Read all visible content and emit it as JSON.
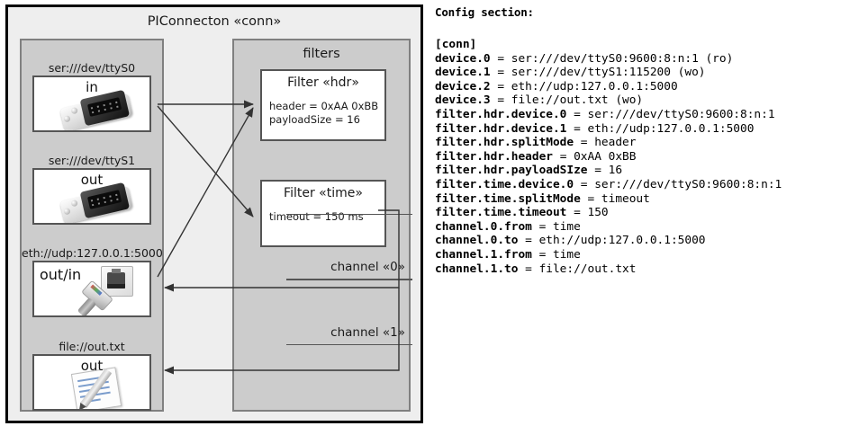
{
  "diagram": {
    "title": "PIConnecton «conn»",
    "devices_group": {
      "name": "devices-group",
      "devices": [
        {
          "label": "ser:///dev/ttyS0",
          "direction": "in",
          "icon": "serial-port-icon"
        },
        {
          "label": "ser:///dev/ttyS1",
          "direction": "out",
          "icon": "serial-port-icon"
        },
        {
          "label": "eth://udp:127.0.0.1:5000",
          "direction": "out/in",
          "icon": "ethernet-icon"
        },
        {
          "label": "file://out.txt",
          "direction": "out",
          "icon": "text-file-icon"
        }
      ]
    },
    "filters_group": {
      "title": "filters",
      "filters": [
        {
          "title": "Filter «hdr»",
          "props": [
            "header = 0xAA 0xBB",
            "payloadSize = 16"
          ]
        },
        {
          "title": "Filter «time»",
          "props": [
            "timeout = 150 ms"
          ]
        }
      ],
      "channels": [
        {
          "label": "channel «0»"
        },
        {
          "label": "channel «1»"
        }
      ]
    }
  },
  "config": {
    "heading": "Config section:",
    "lines": [
      {
        "key": "[conn]",
        "value": ""
      },
      {
        "key": "device.0",
        "value": " = ser:///dev/ttyS0:9600:8:n:1 (ro)"
      },
      {
        "key": "device.1",
        "value": " = ser:///dev/ttyS1:115200 (wo)"
      },
      {
        "key": "device.2",
        "value": " = eth://udp:127.0.0.1:5000"
      },
      {
        "key": "device.3",
        "value": " = file://out.txt (wo)"
      },
      {
        "key": "filter.hdr.device.0",
        "value": " = ser:///dev/ttyS0:9600:8:n:1"
      },
      {
        "key": "filter.hdr.device.1",
        "value": " = eth://udp:127.0.0.1:5000"
      },
      {
        "key": "filter.hdr.splitMode",
        "value": " = header"
      },
      {
        "key": "filter.hdr.header",
        "value": " = 0xAA 0xBB"
      },
      {
        "key": "filter.hdr.payloadSIze",
        "value": " = 16"
      },
      {
        "key": "filter.time.device.0",
        "value": " = ser:///dev/ttyS0:9600:8:n:1"
      },
      {
        "key": "filter.time.splitMode",
        "value": " = timeout"
      },
      {
        "key": "filter.time.timeout",
        "value": " = 150"
      },
      {
        "key": "channel.0.from",
        "value": " = time"
      },
      {
        "key": "channel.0.to",
        "value": " = eth://udp:127.0.0.1:5000"
      },
      {
        "key": "channel.1.from",
        "value": " = time"
      },
      {
        "key": "channel.1.to",
        "value": " = file://out.txt"
      }
    ],
    "full_text": "[conn]\ndevice.0 = ser:///dev/ttyS0:9600:8:n:1 (ro)\ndevice.1 = ser:///dev/ttyS1:115200 (wo)\ndevice.2 = eth://udp:127.0.0.1:5000\ndevice.3 = file://out.txt (wo)\nfilter.hdr.device.0 = ser:///dev/ttyS0:9600:8:n:1\nfilter.hdr.device.1 = eth://udp:127.0.0.1:5000\nfilter.hdr.splitMode = header\nfilter.hdr.header = 0xAA 0xBB\nfilter.hdr.payloadSIze = 16\nfilter.time.device.0 = ser:///dev/ttyS0:9600:8:n:1\nfilter.time.splitMode = timeout\nfilter.time.timeout = 150\nchannel.0.from = time\nchannel.0.to = eth://udp:127.0.0.1:5000\nchannel.1.from = time\nchannel.1.to = file://out.txt"
  },
  "colors": {
    "frame": "#000000",
    "canvas": "#eeeeee",
    "group_fill": "#cccccc",
    "group_border": "#808080",
    "box_fill": "#ffffff",
    "box_border": "#555555",
    "wire": "#333333"
  }
}
